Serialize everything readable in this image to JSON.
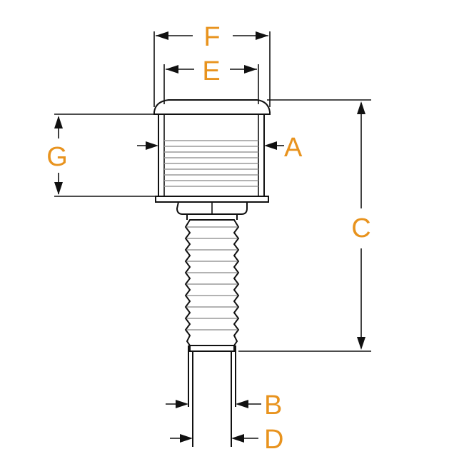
{
  "diagram": {
    "labels": {
      "F": "F",
      "E": "E",
      "A": "A",
      "G": "G",
      "C": "C",
      "B": "B",
      "D": "D"
    },
    "label_color": "#e8931e",
    "line_color": "#111111"
  }
}
